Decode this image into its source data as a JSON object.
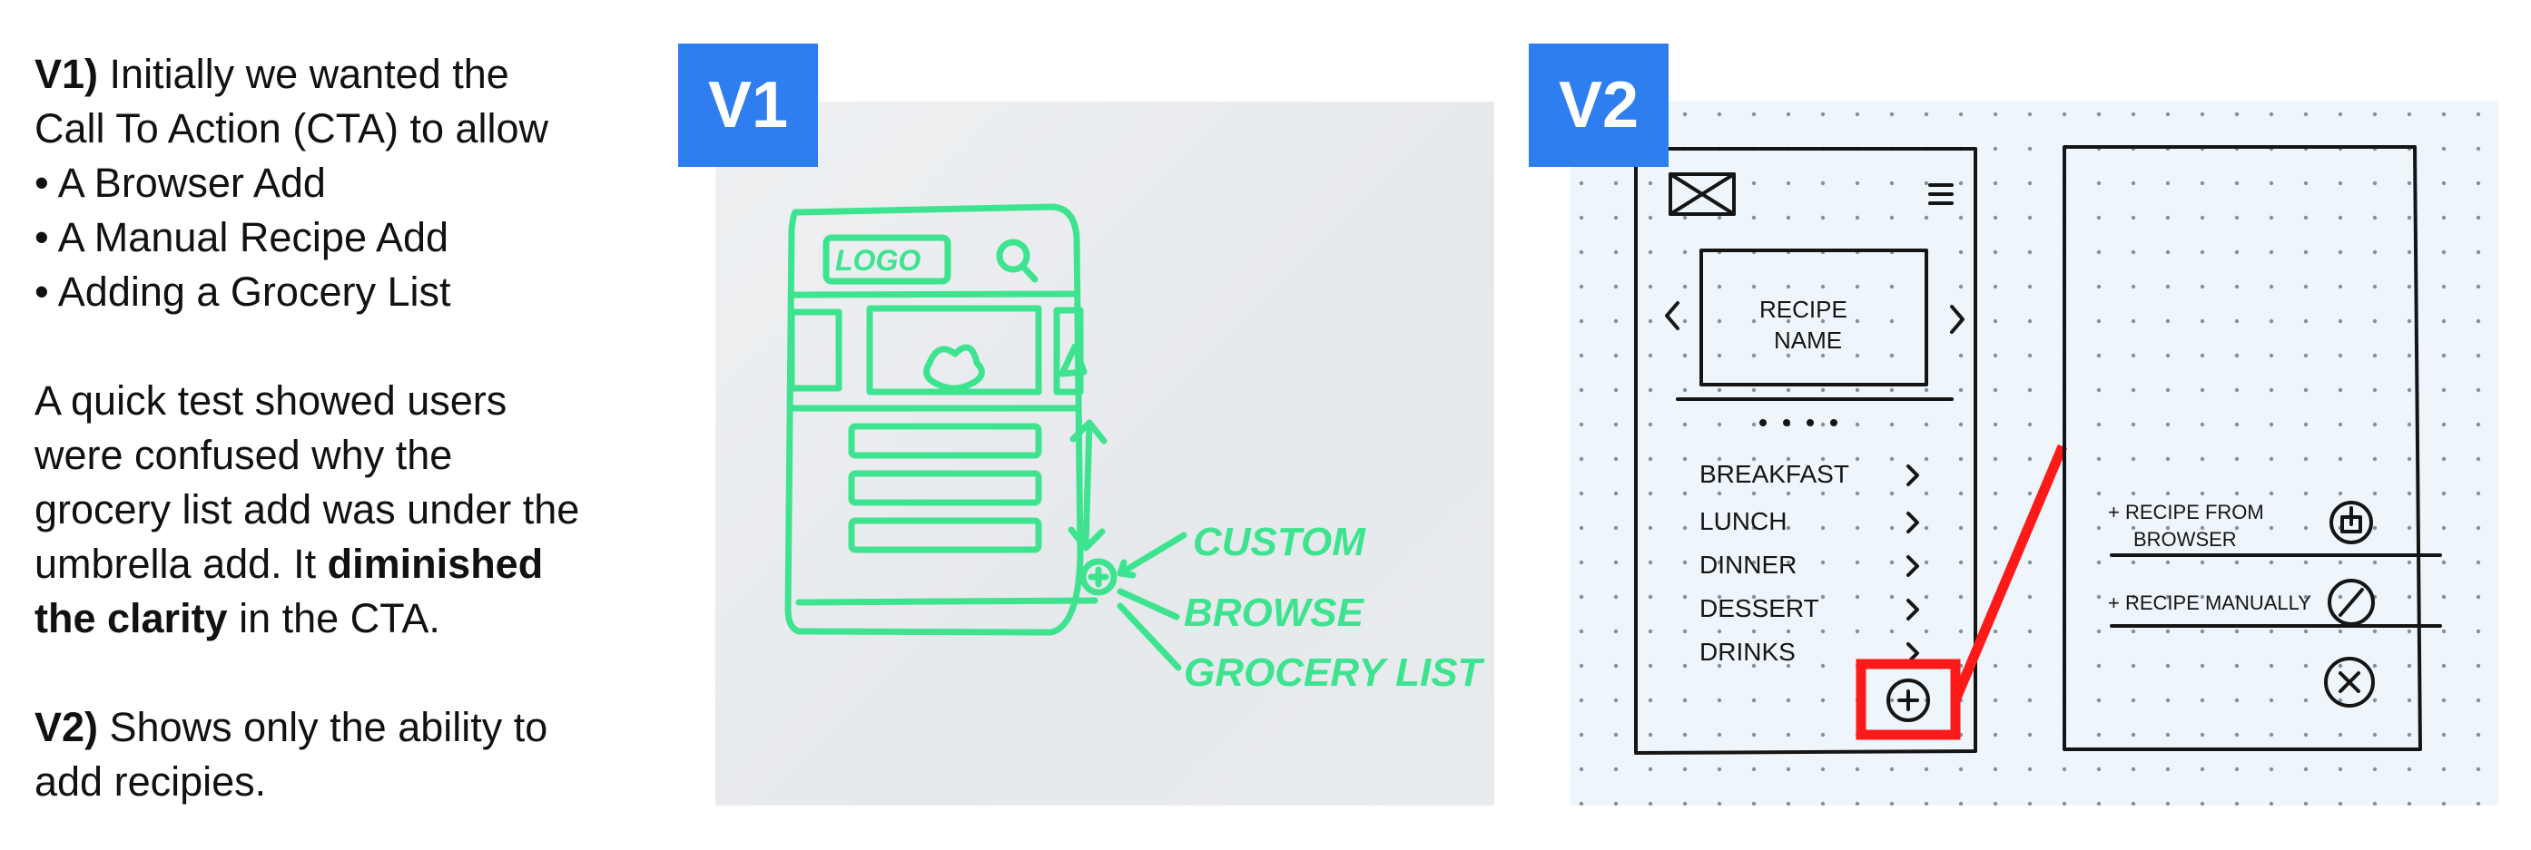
{
  "notes": {
    "v1_lead": "V1)",
    "v1_text_1": " Initially we wanted the",
    "v1_text_2": "Call To Action (CTA) to allow",
    "bullets": [
      "• A Browser Add",
      "• A Manual Recipe Add",
      "• Adding a Grocery List"
    ],
    "quick_1": "A quick test showed users",
    "quick_2": "were confused why the",
    "quick_3": "grocery list add was under the",
    "quick_4a": "umbrella add. It ",
    "quick_4b": "diminished",
    "quick_5a": "the clarity",
    "quick_5b": " in the CTA.",
    "v2_lead": "V2)",
    "v2_text_1": " Shows only the ability to",
    "v2_text_2": "add recipies."
  },
  "tags": {
    "v1": "V1",
    "v2": "V2"
  },
  "sketch_v1": {
    "logo": "LOGO",
    "options": [
      "CUSTOM",
      "BROWSE",
      "GROCERY LIST"
    ]
  },
  "sketch_v2": {
    "recipe_name_1": "RECIPE",
    "recipe_name_2": "NAME",
    "menu": [
      "BREAKFAST",
      "LUNCH",
      "DINNER",
      "DESSERT",
      "DRINKS"
    ],
    "option_browser_1": "+ RECIPE FROM",
    "option_browser_2": "BROWSER",
    "option_manual": "+ RECIPE MANUALLY",
    "highlight_color": "#ff1a1a"
  }
}
